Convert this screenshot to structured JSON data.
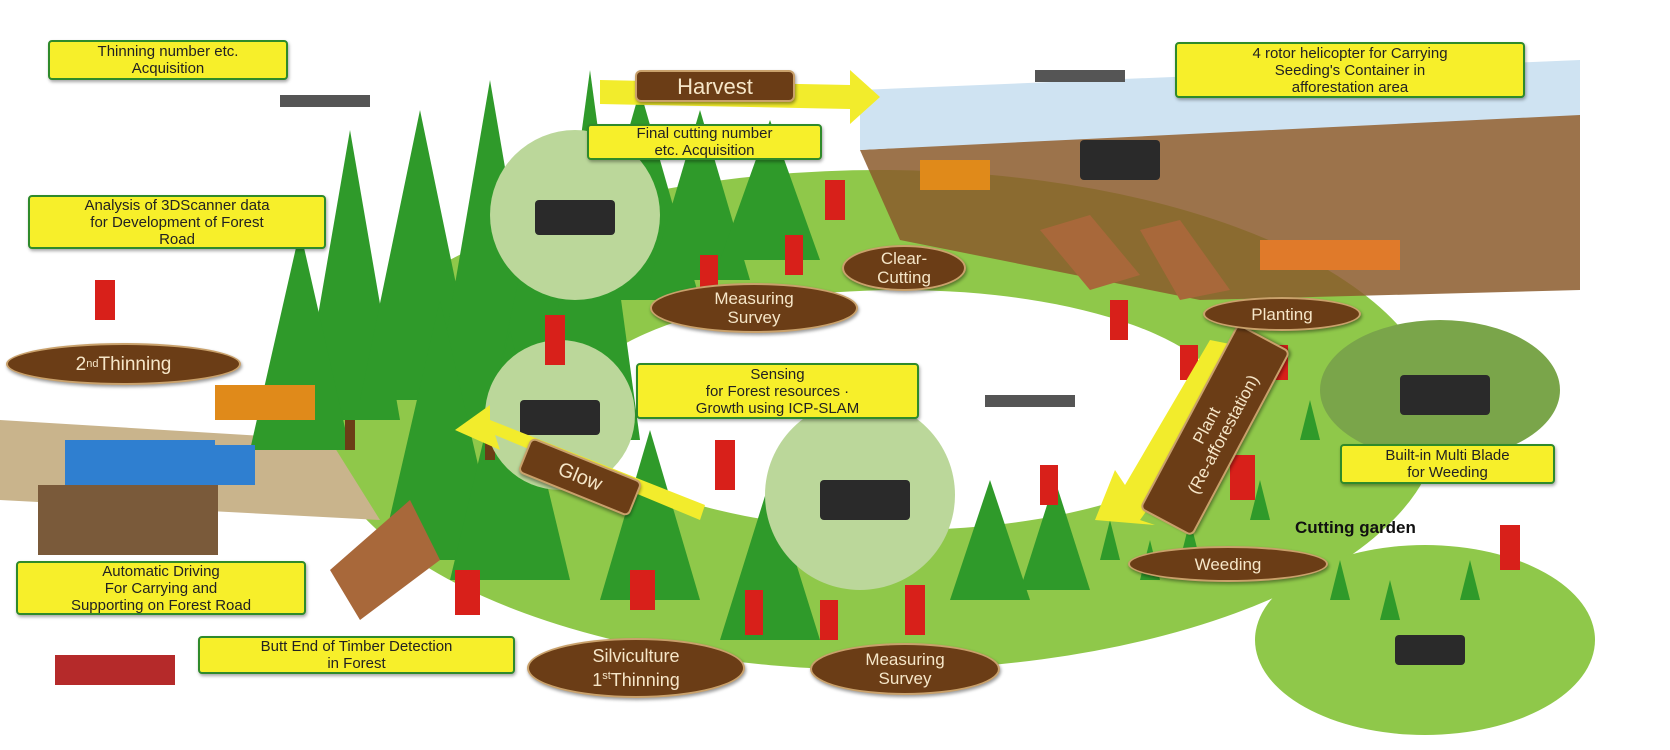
{
  "colors": {
    "info_box_fill": "#f7ef2a",
    "info_box_border": "#2f8a2a",
    "stage_label_fill": "#6b3d16",
    "stage_label_text": "#f6e6c8",
    "arrow_fill": "#f2ec2c",
    "grass": "#8fc84a",
    "tree": "#2f9a2a",
    "worker": "#d8201a"
  },
  "info_boxes": {
    "thinning_acquisition": "Thinning number etc.\nAcquisition",
    "helicopter_container": "4 rotor helicopter for Carrying\nSeeding's Container in\nafforestation area",
    "final_cutting_acquisition": "Final cutting number\netc. Acquisition",
    "scanner_forest_road": "Analysis of 3DScanner data\nfor Development of Forest\nRoad",
    "sensing_icp_slam": "Sensing\nfor Forest resources ·\nGrowth using ICP-SLAM",
    "multi_blade_weeding": "Built-in Multi Blade\nfor Weeding",
    "automatic_driving": "Automatic Driving\nFor Carrying and\nSupporting on Forest Road",
    "butt_end_detection": "Butt End of Timber Detection\nin Forest"
  },
  "stage_labels": {
    "measuring_survey_top": "Measuring\nSurvey",
    "clear_cutting": "Clear-\nCutting",
    "planting": "Planting",
    "weeding": "Weeding",
    "second_thinning_prefix": "2",
    "second_thinning_sup": "nd",
    "second_thinning_suffix": "Thinning",
    "silviculture_line1": "Silviculture",
    "first_thinning_prefix": "1",
    "first_thinning_sup": "st",
    "first_thinning_suffix": "Thinning",
    "measuring_survey_bottom": "Measuring\nSurvey"
  },
  "arrows": {
    "harvest": "Harvest",
    "glow": "Glow",
    "plant_line1": "Plant",
    "plant_line2": "(Re-afforestation)"
  },
  "cutting_garden_label": "Cutting garden"
}
